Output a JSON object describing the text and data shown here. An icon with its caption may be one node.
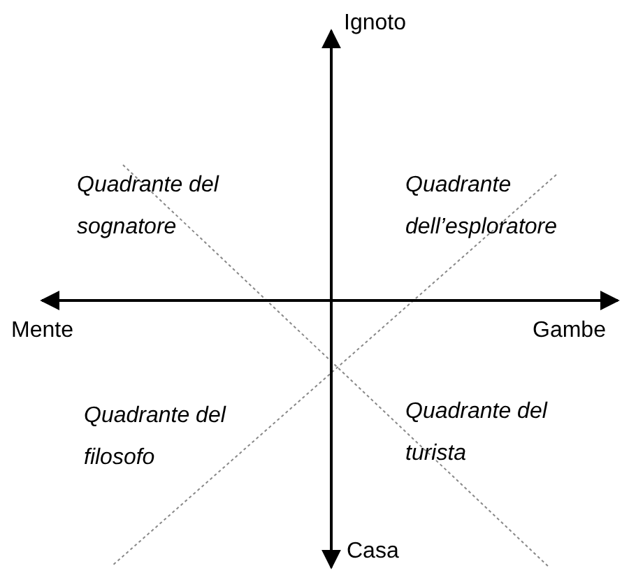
{
  "diagram": {
    "labels": [
      "Ignoto",
      "Quadrante del sognatore",
      "Quadrante dell’esploratore",
      "Mente",
      "Gambe",
      "Quadrante del filosofo",
      "Quadrante del turista",
      "Casa"
    ]
  }
}
